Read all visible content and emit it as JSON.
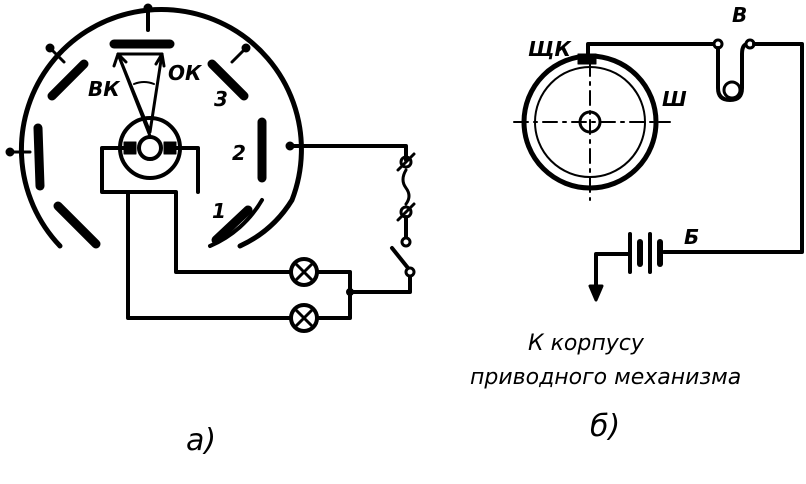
{
  "diagram_a": {
    "labels": {
      "vk": "ВК",
      "ok": "ОК",
      "seg3": "3",
      "seg2": "2",
      "seg1": "1"
    },
    "caption": "а)"
  },
  "diagram_b": {
    "labels": {
      "shk": "ЩК",
      "sh": "Ш",
      "v": "В",
      "b": "Б"
    },
    "note_line1": "К корпусу",
    "note_line2": "приводного механизма",
    "caption": "б)"
  }
}
